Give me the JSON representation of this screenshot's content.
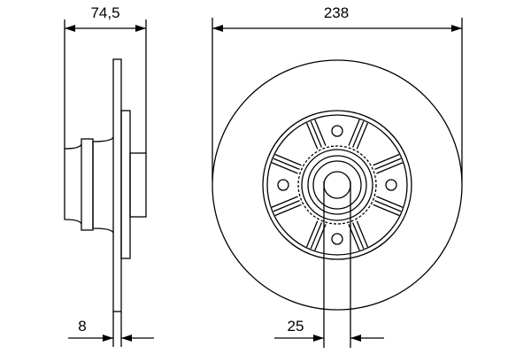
{
  "dimensions": {
    "overall_width": "74,5",
    "disc_thickness": "8",
    "disc_diameter": "238",
    "hub_bore": "25"
  },
  "colors": {
    "line": "#000000",
    "background": "#ffffff"
  }
}
